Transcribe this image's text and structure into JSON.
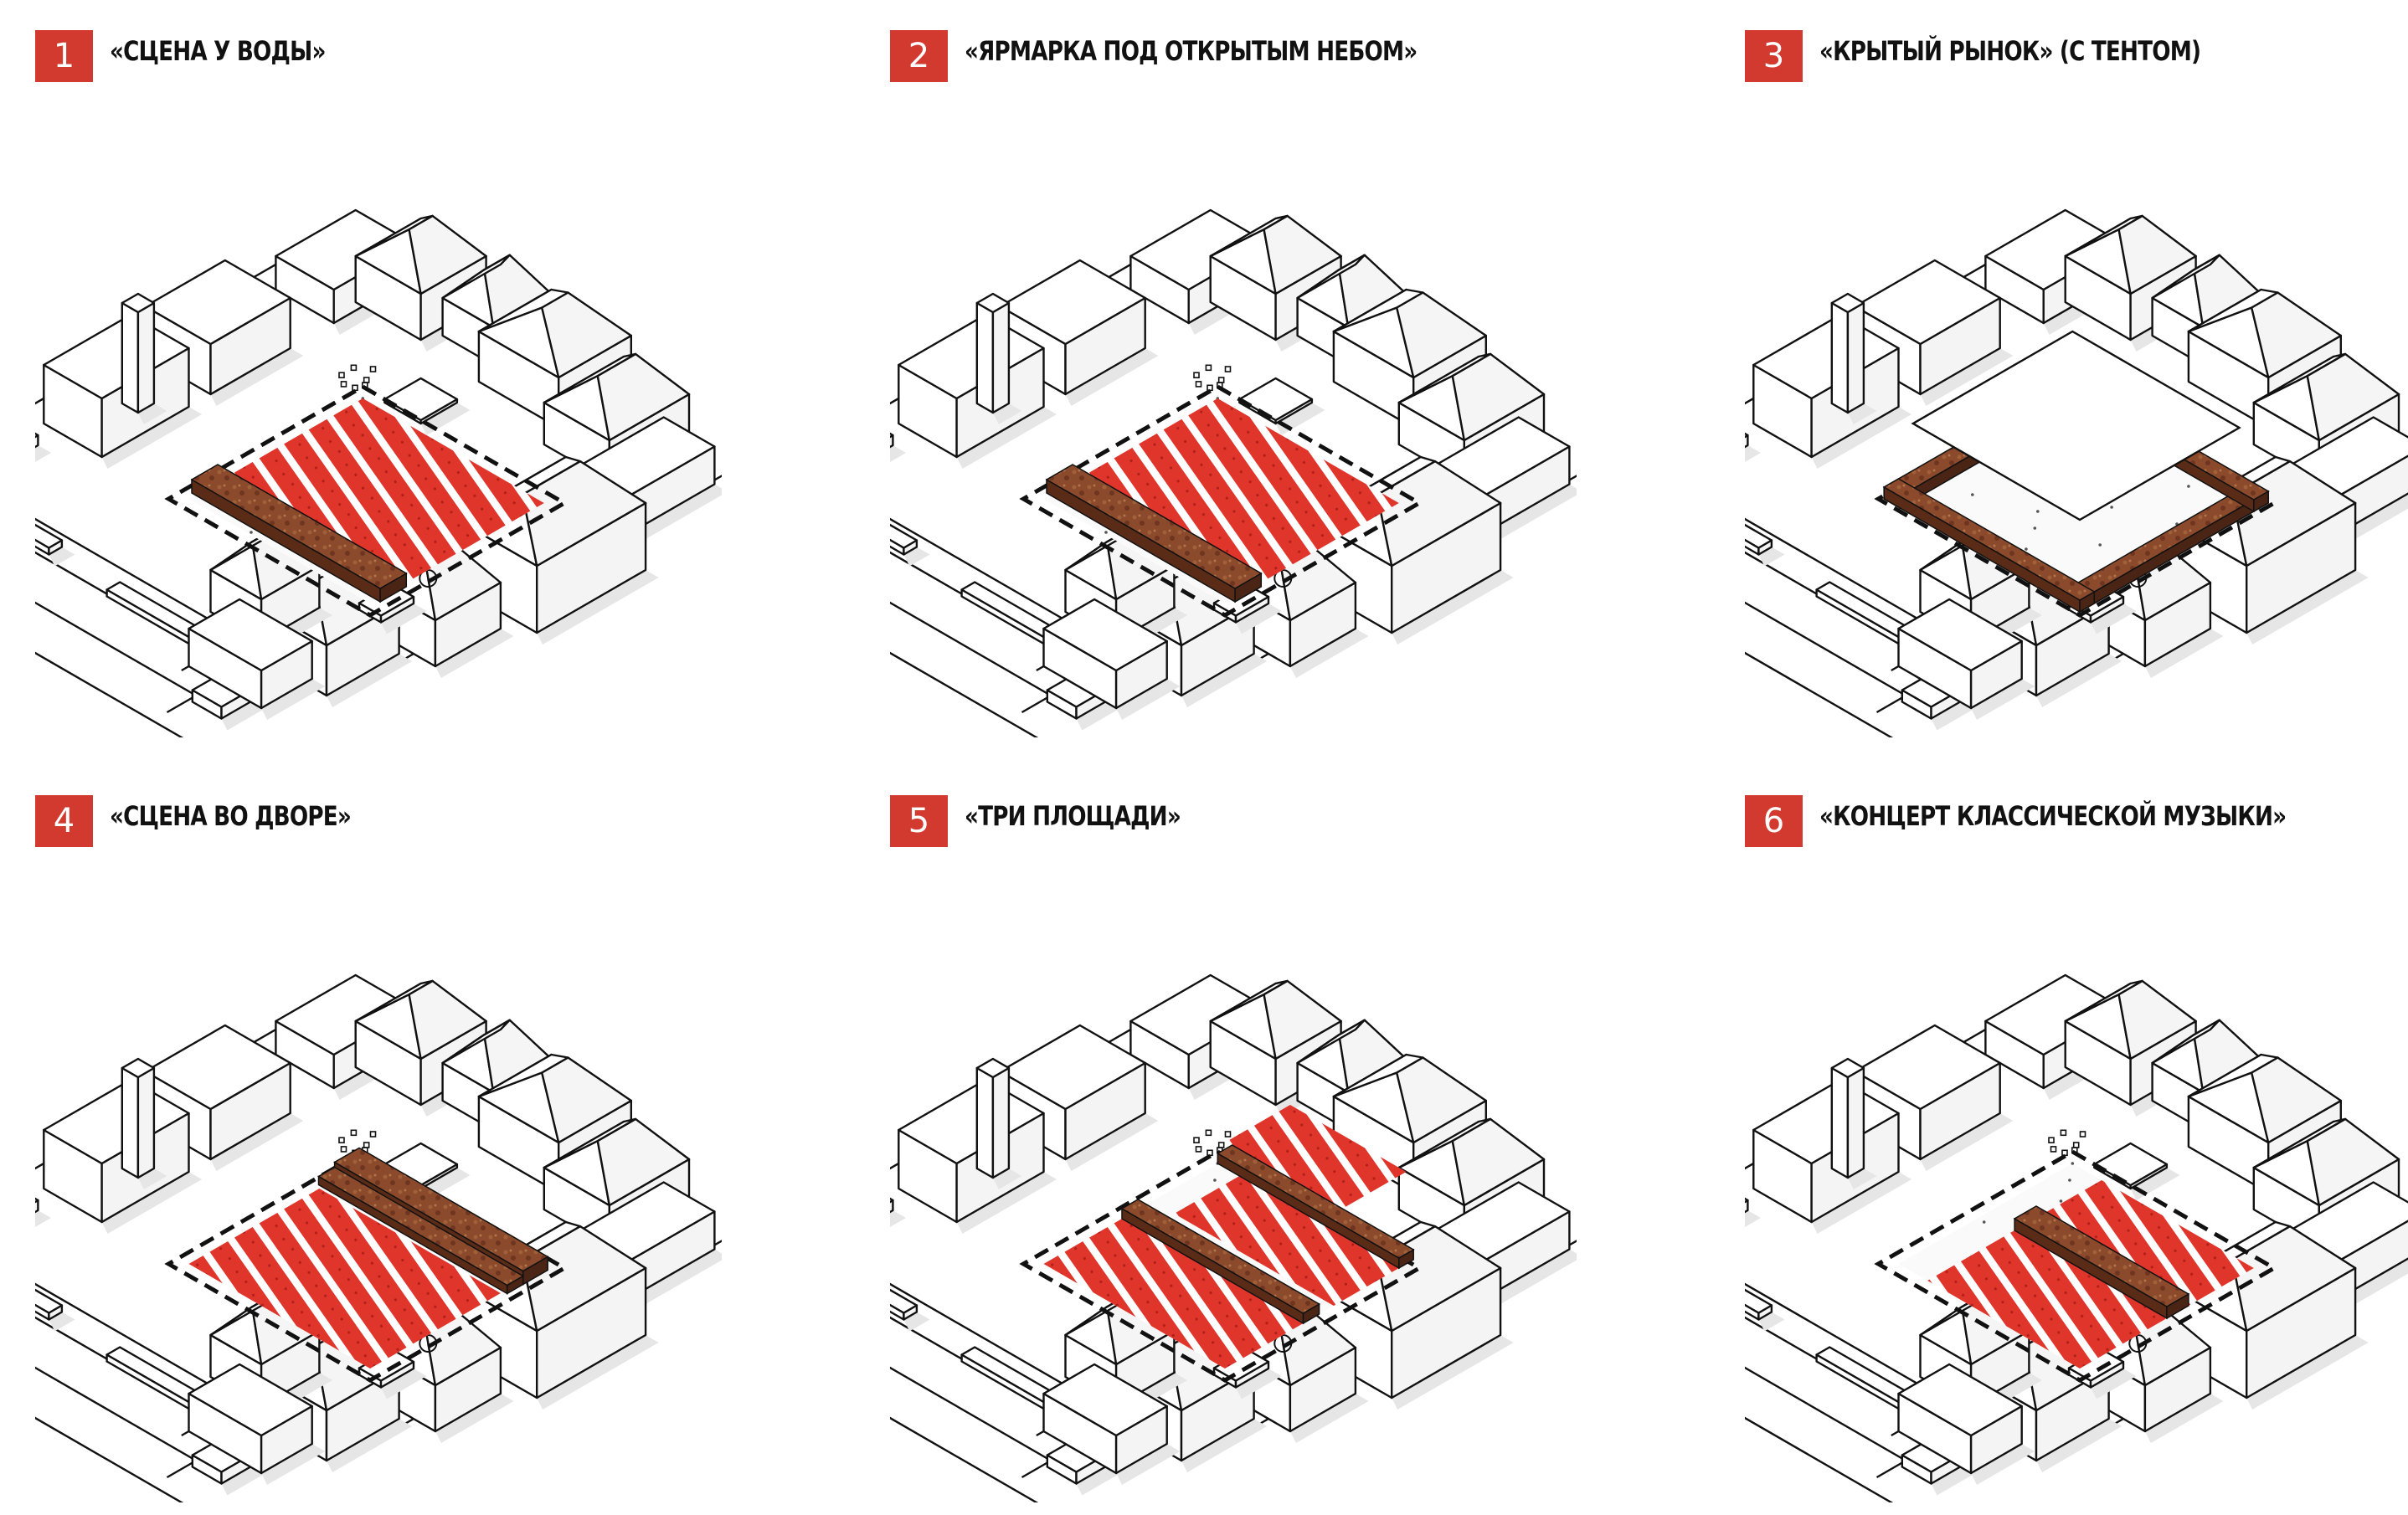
{
  "panels": [
    {
      "number": "1",
      "title": "«СЦЕНА У ВОДЫ»",
      "variant": "stage-bottom"
    },
    {
      "number": "2",
      "title": "«ЯРМАРКА ПОД ОТКРЫТЫМ НЕБОМ»",
      "variant": "fair"
    },
    {
      "number": "3",
      "title": "«КРЫТЫЙ РЫНОК» (С ТЕНТОМ)",
      "variant": "covered"
    },
    {
      "number": "4",
      "title": "«СЦЕНА ВО ДВОРЕ»",
      "variant": "stage-top"
    },
    {
      "number": "5",
      "title": "«ТРИ ПЛОЩАДИ»",
      "variant": "three"
    },
    {
      "number": "6",
      "title": "«КОНЦЕРТ КЛАССИЧЕСКОЙ МУЗЫКИ»",
      "variant": "concert"
    }
  ],
  "colors": {
    "accent": "#d23a30",
    "hatch_red": "#e0352b",
    "wood": "#8b4a2b",
    "line": "#111111"
  }
}
